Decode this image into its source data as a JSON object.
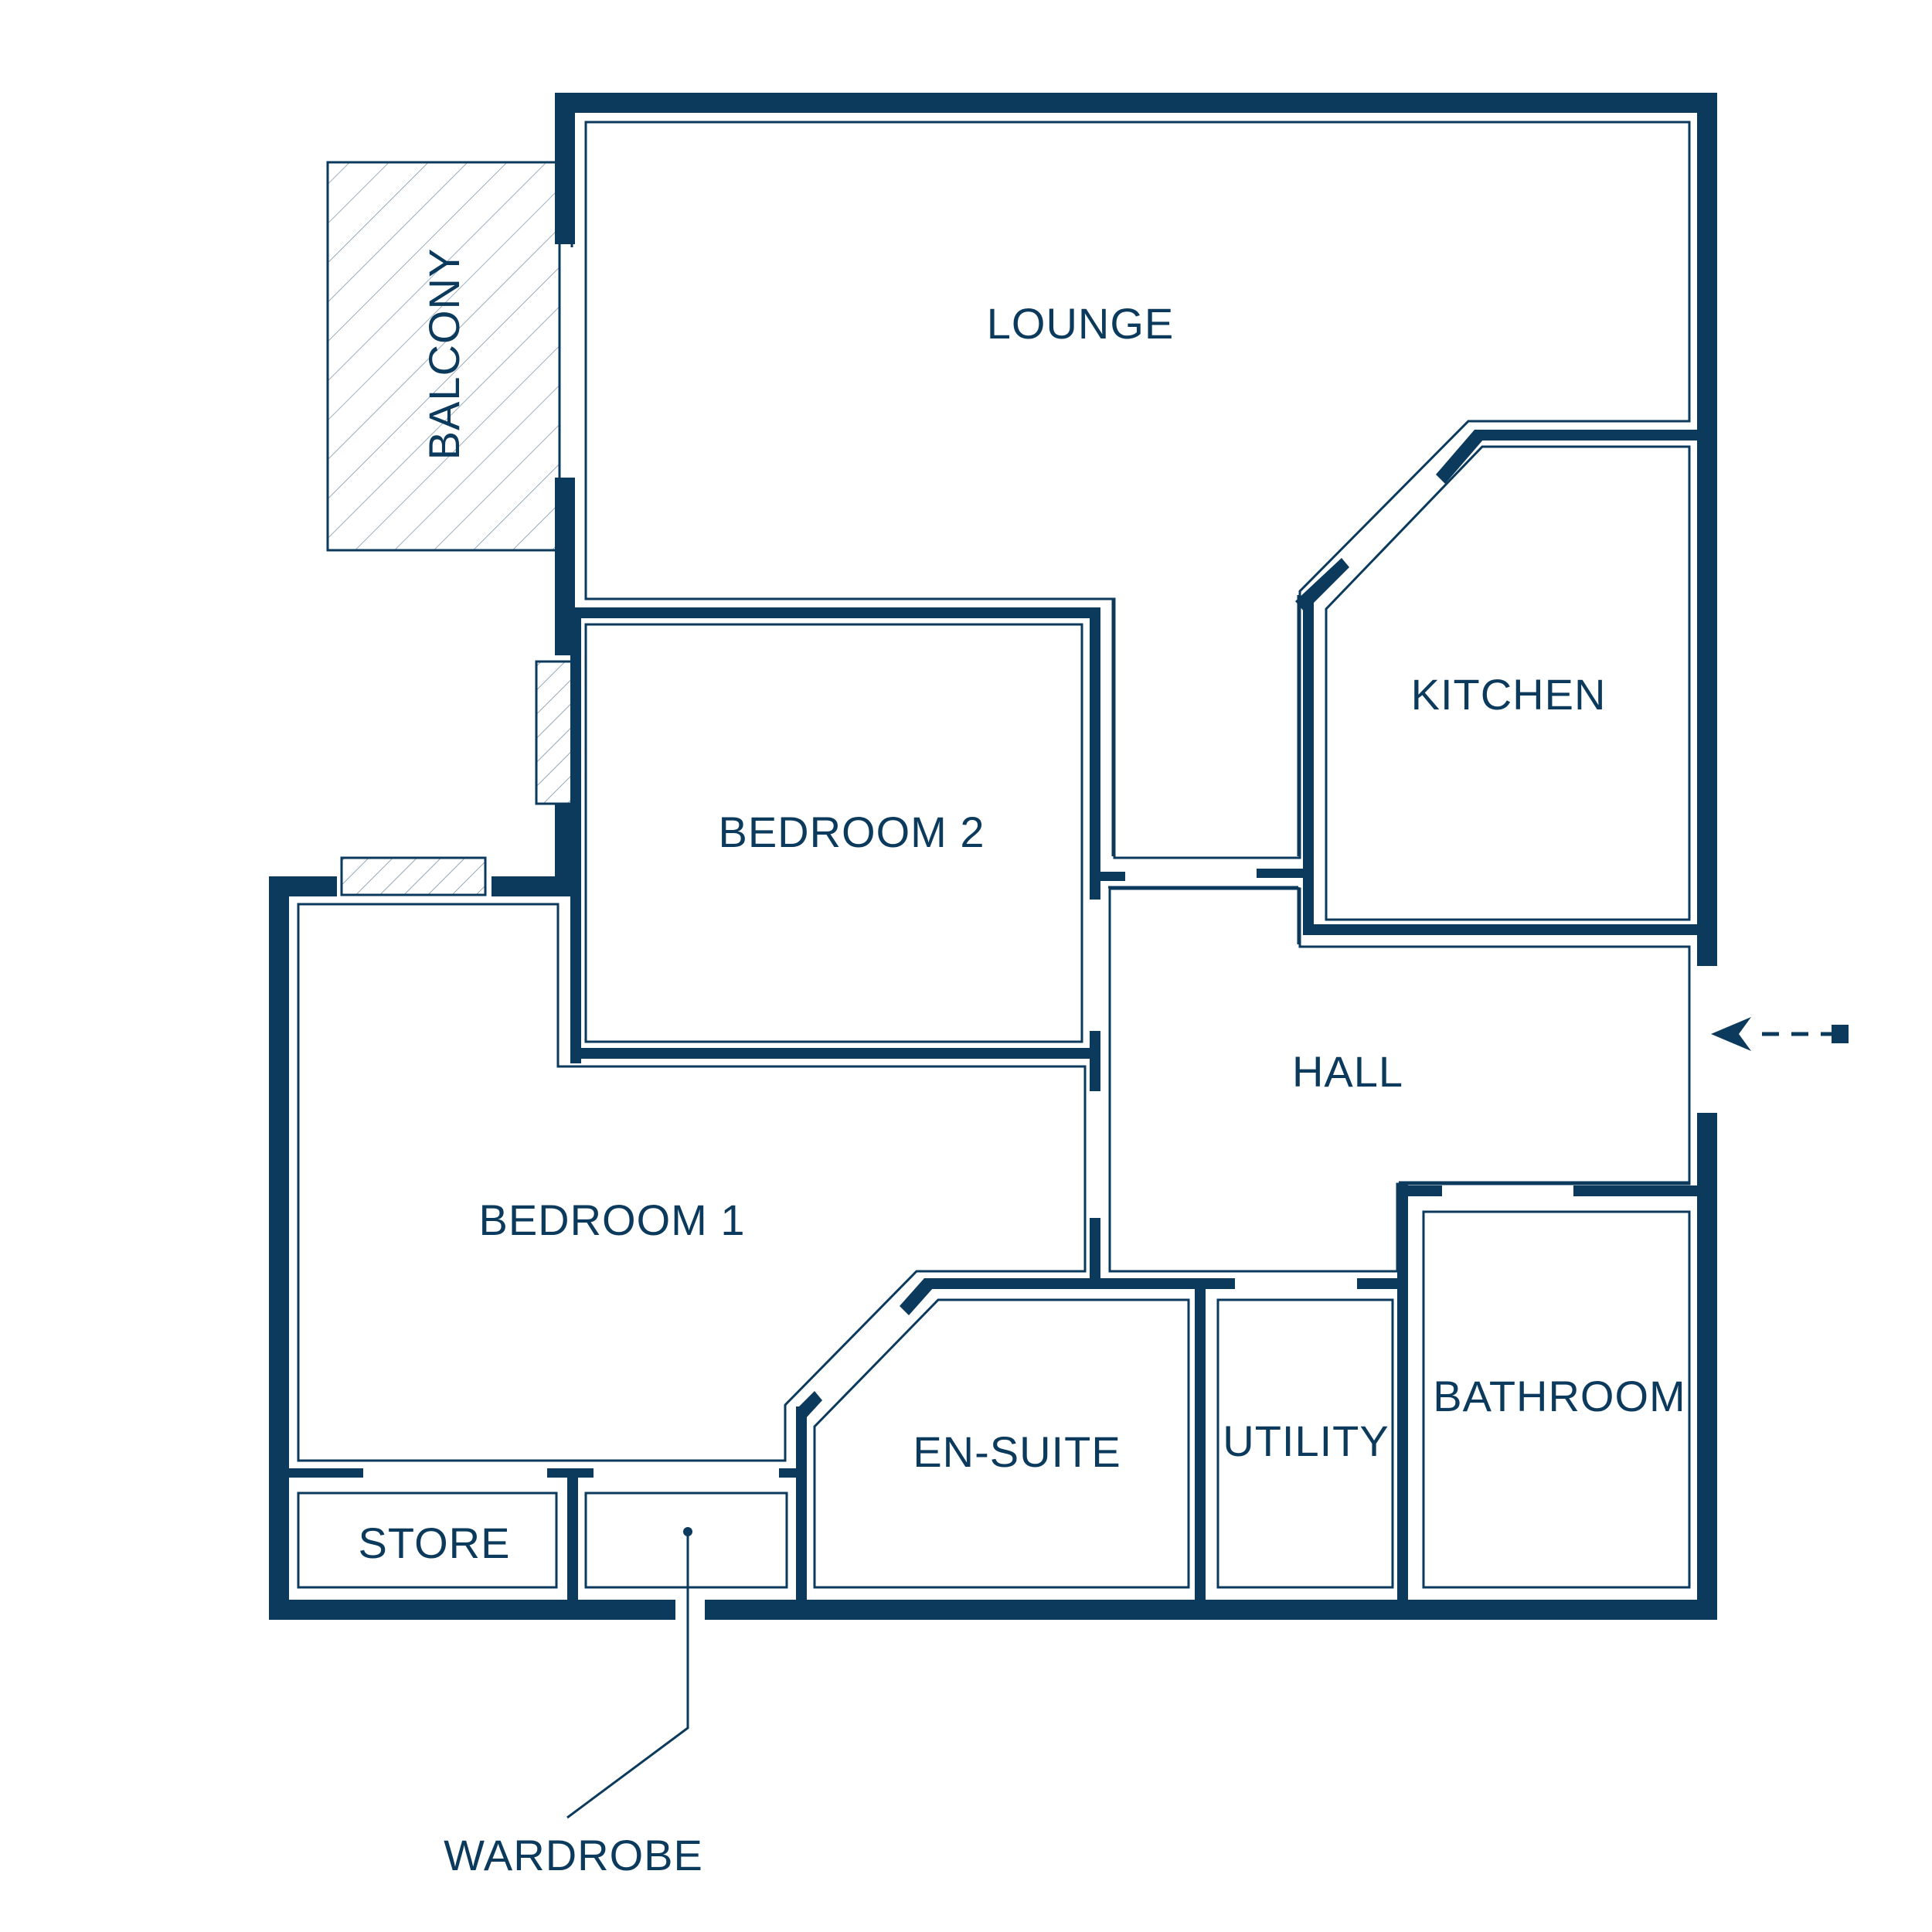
{
  "colors": {
    "wall": "#0b3a5c",
    "inner_line": "#0b3a5c",
    "background": "#ffffff"
  },
  "labels": {
    "lounge": "LOUNGE",
    "balcony": "BALCONY",
    "kitchen": "KITCHEN",
    "bedroom2": "BEDROOM 2",
    "bedroom1": "BEDROOM 1",
    "hall": "HALL",
    "store": "STORE",
    "en_suite": "EN-SUITE",
    "utility": "UTILITY",
    "bathroom": "BATHROOM",
    "wardrobe": "WARDROBE"
  },
  "icons": {
    "entrance_arrow": "entrance-arrow-icon",
    "balcony_hatch": "hatch-pattern-icon"
  }
}
